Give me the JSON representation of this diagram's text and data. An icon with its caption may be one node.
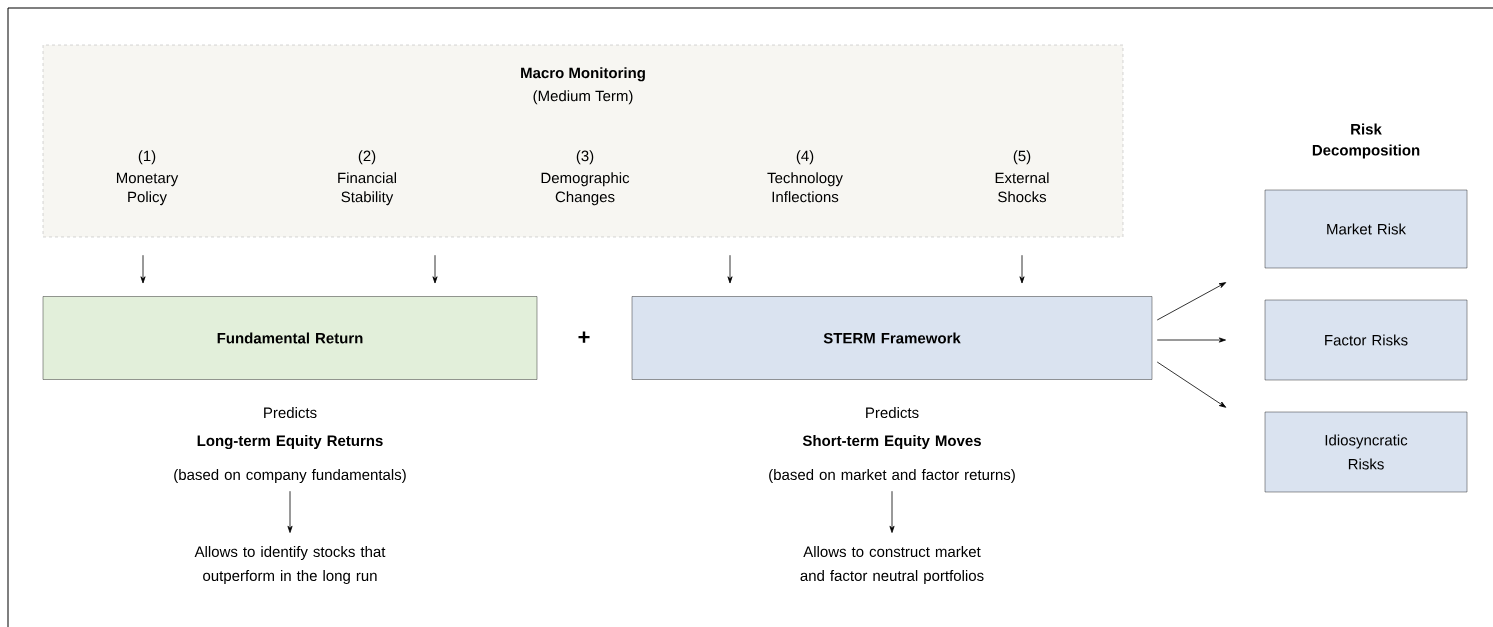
{
  "diagram": {
    "nodes": [
      {
        "text": [
          "Macro Monitoring",
          "(Medium Term)",
          "(1)",
          "Monetary Policy",
          "(2)",
          "Financial Stability",
          "(3)",
          "Demographic Changes",
          "(4)",
          "Technology Inflections",
          "(5)",
          "External Shocks"
        ]
      },
      {
        "text": [
          "Fundamental Return"
        ]
      },
      {
        "text": [
          "STERM Framework"
        ]
      },
      {
        "text": [
          "Predicts",
          "Long-term Equity Returns",
          "(based on company fundamentals)"
        ]
      },
      {
        "text": [
          "Allows to identify stocks that outperform in the long run"
        ]
      },
      {
        "text": [
          "Predicts",
          "Short-term Equity Moves",
          "(based on market and factor returns)"
        ]
      },
      {
        "text": [
          "Allows to construct market and factor neutral portfolios"
        ]
      },
      {
        "text": [
          "Market Risk"
        ]
      },
      {
        "text": [
          "Factor Risks"
        ]
      },
      {
        "text": [
          "Idiosyncratic Risks"
        ]
      }
    ],
    "edges": [
      {
        "from": 0,
        "to": 1,
        "arrow": "to"
      },
      {
        "from": 0,
        "to": 1,
        "arrow": "to"
      },
      {
        "from": 0,
        "to": 2,
        "arrow": "to"
      },
      {
        "from": 0,
        "to": 2,
        "arrow": "to"
      },
      {
        "from": 3,
        "to": 4,
        "arrow": "to"
      },
      {
        "from": 5,
        "to": 6,
        "arrow": "to"
      },
      {
        "from": 2,
        "to": 7,
        "arrow": "to"
      },
      {
        "from": 2,
        "to": 8,
        "arrow": "to"
      },
      {
        "from": 2,
        "to": 9,
        "arrow": "to"
      }
    ],
    "labels": [
      "Risk Decomposition",
      "+"
    ]
  }
}
